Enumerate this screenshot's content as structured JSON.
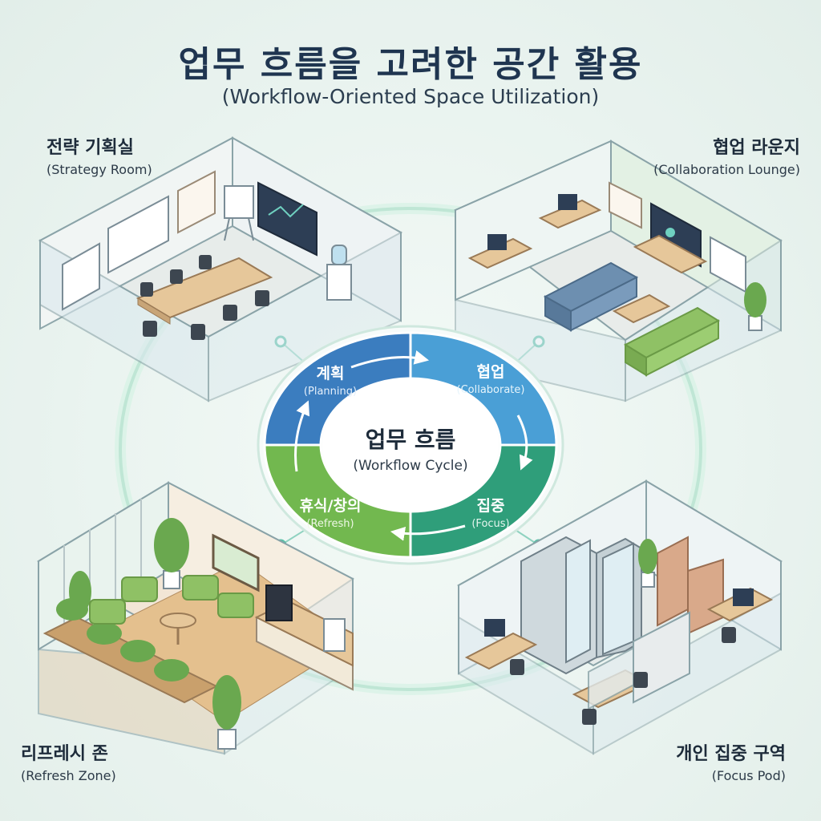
{
  "header": {
    "title": "업무 흐름을 고려한 공간 활용",
    "subtitle": "(Workflow-Oriented Space Utilization)"
  },
  "zones": {
    "strategy": {
      "ko": "전략 기획실",
      "en": "(Strategy Room)"
    },
    "collab": {
      "ko": "협업 라운지",
      "en": "(Collaboration Lounge)"
    },
    "refresh": {
      "ko": "리프레시 존",
      "en": "(Refresh Zone)"
    },
    "focus": {
      "ko": "개인 집중 구역",
      "en": "(Focus Pod)"
    }
  },
  "cycle": {
    "center_ko": "업무 흐름",
    "center_en": "(Workflow Cycle)",
    "stages": [
      {
        "ko": "계획",
        "en": "(Planning)",
        "color": "#3b7dbf"
      },
      {
        "ko": "협업",
        "en": "(Collaborate)",
        "color": "#4a9fd6"
      },
      {
        "ko": "집중",
        "en": "(Focus)",
        "color": "#2f9e7a"
      },
      {
        "ko": "휴식/창의",
        "en": "(Refresh)",
        "color": "#72b84f"
      }
    ]
  },
  "colors": {
    "title": "#1f3550",
    "glow_ring": "#bfe6d5",
    "wall": "#eef4f3",
    "floor": "#e7ece9",
    "wood": "#e6c79a",
    "plant": "#6aa84f",
    "sofa_blue": "#6d8fb0",
    "sofa_green": "#8fc165"
  }
}
